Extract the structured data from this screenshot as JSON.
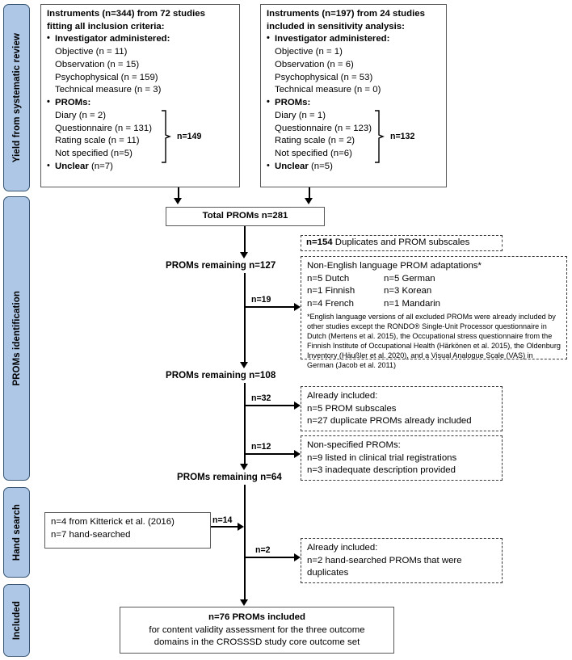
{
  "phases": [
    {
      "label": "Yield from systematic review"
    },
    {
      "label": "PROMs identification"
    },
    {
      "label": "Hand search"
    },
    {
      "label": "Included"
    }
  ],
  "box_systematic": {
    "title_line1": "Instruments (n=344) from 72 studies",
    "title_line2": "fitting all inclusion criteria:",
    "investigator_header": "Investigator administered:",
    "investigator_items": [
      "Objective (n = 11)",
      "Observation (n = 15)",
      "Psychophysical (n = 159)",
      "Technical measure (n = 3)"
    ],
    "proms_header": "PROMs:",
    "proms_items": [
      "Diary (n = 2)",
      "Questionnaire (n = 131)",
      "Rating scale (n = 11)",
      "Not specified (n=5)"
    ],
    "proms_total": "n=149",
    "unclear_label": "Unclear",
    "unclear_value": " (n=7)"
  },
  "box_sensitivity": {
    "title_line1": "Instruments (n=197) from 24 studies",
    "title_line2": "included in sensitivity analysis:",
    "investigator_header": "Investigator administered:",
    "investigator_items": [
      "Objective (n = 1)",
      "Observation (n = 6)",
      "Psychophysical (n = 53)",
      "Technical measure (n = 0)"
    ],
    "proms_header": "PROMs:",
    "proms_items": [
      "Diary (n = 1)",
      "Questionnaire (n = 123)",
      "Rating scale (n = 2)",
      "Not specified (n=6)"
    ],
    "proms_total": "n=132",
    "unclear_label": "Unclear",
    "unclear_value": " (n=5)"
  },
  "total_proms": "Total PROMs n=281",
  "remaining_127": "PROMs remaining n=127",
  "remaining_108": "PROMs remaining n=108",
  "remaining_64": "PROMs remaining n=64",
  "exclusions": {
    "duplicates": {
      "count": "n=154",
      "text": " Duplicates and PROM subscales"
    },
    "non_english": {
      "title": "Non-English language PROM adaptations*",
      "rows": [
        {
          "left": "n=5 Dutch",
          "right": "n=5 German"
        },
        {
          "left": "n=1 Finnish",
          "right": "n=3 Korean"
        },
        {
          "left": "n=4 French",
          "right": "n=1 Mandarin"
        }
      ],
      "footnote": "*English language versions of all excluded PROMs were already included by other studies except the RONDO® Single-Unit Processor questionnaire in Dutch (Mertens et al. 2015), the Occupational stress questionnaire from the Finnish Institute of Occupational Health (Härkönen et al. 2015), the Oldenburg Inventory (Häußler et al. 2020), and a Visual Analogue Scale (VAS) in German (Jacob et al. 2011)"
    },
    "already_included_1": {
      "title": "Already included:",
      "rows": [
        "n=5   PROM subscales",
        "n=27  duplicate PROMs already included"
      ]
    },
    "non_specified": {
      "title": "Non-specified PROMs:",
      "rows": [
        "n=9  listed in clinical trial registrations",
        "n=3  inadequate description provided"
      ]
    },
    "already_included_2": {
      "title": "Already included:",
      "rows": [
        "n=2  hand-searched PROMs that were",
        "duplicates"
      ]
    }
  },
  "hand_search_box": {
    "line1": "n=4 from Kitterick et al. (2016)",
    "line2": "n=7 hand-searched"
  },
  "arrow_labels": {
    "n19": "n=19",
    "n32": "n=32",
    "n12": "n=12",
    "n14": "n=14",
    "n2": "n=2"
  },
  "final_box": {
    "title": "n=76 PROMs included",
    "line1": "for content validity assessment for the three outcome",
    "line2": "domains in the CROSSSD study core outcome set"
  },
  "colors": {
    "phase_fill": "#aec7e6",
    "phase_border": "#36546f",
    "box_border": "#595959",
    "line": "#000000"
  }
}
